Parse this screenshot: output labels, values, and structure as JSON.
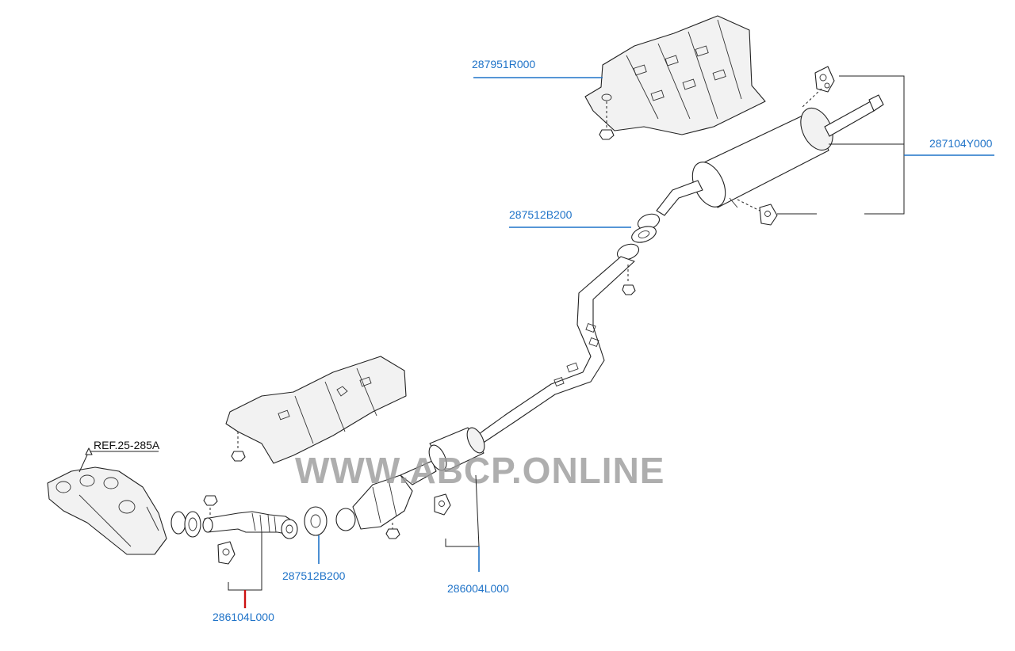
{
  "diagram": {
    "reference_label": "REF.25-285A",
    "watermark": "WWW.ABCP.ONLINE",
    "colors": {
      "callout": "#1f73c8",
      "callout_highlight": "#cc1111",
      "watermark": "#9a9a9a"
    },
    "callouts": [
      {
        "id": "c1",
        "label": "287951R000"
      },
      {
        "id": "c2",
        "label": "287104Y000"
      },
      {
        "id": "c3",
        "label": "287512B200"
      },
      {
        "id": "c4",
        "label": "287512B200"
      },
      {
        "id": "c5",
        "label": "286004L000"
      },
      {
        "id": "c6",
        "label": "286104L000"
      }
    ]
  }
}
